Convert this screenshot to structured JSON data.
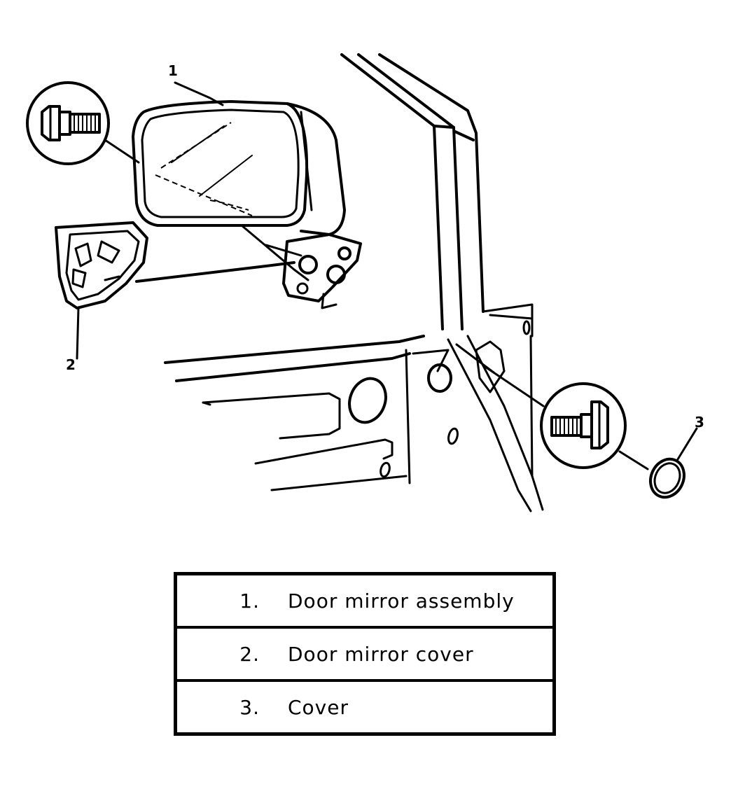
{
  "callouts": [
    "1",
    "2",
    "3"
  ],
  "legend": [
    {
      "number": "1.",
      "label": "Door mirror assembly"
    },
    {
      "number": "2.",
      "label": "Door mirror cover"
    },
    {
      "number": "3.",
      "label": "Cover"
    }
  ]
}
